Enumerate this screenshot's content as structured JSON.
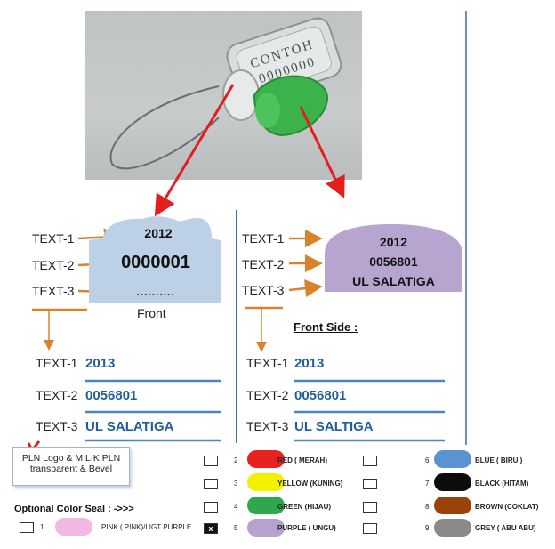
{
  "photo": {
    "engraving_line1": "CONTOH",
    "engraving_line2": "0000000"
  },
  "left_seal": {
    "line1": "2012",
    "line2": "0000001",
    "line3": "..........",
    "caption": "Front"
  },
  "right_seal": {
    "line1": "2012",
    "line2": "0056801",
    "line3": "UL SALATIGA"
  },
  "arrow_labels": [
    "TEXT-1",
    "TEXT-2",
    "TEXT-3"
  ],
  "front_side_label": "Front Side :",
  "left_table": [
    {
      "label": "TEXT-1",
      "value": "2013"
    },
    {
      "label": "TEXT-2",
      "value": "0056801"
    },
    {
      "label": "TEXT-3",
      "value": "UL SALATIGA"
    }
  ],
  "right_table": [
    {
      "label": "TEXT-1",
      "value": "2013"
    },
    {
      "label": "TEXT-2",
      "value": "0056801"
    },
    {
      "label": "TEXT-3",
      "value": "UL SALTIGA"
    }
  ],
  "logo_box": {
    "line1": "PLN Logo & MILIK PLN",
    "line2": "transparent & Bevel"
  },
  "optional_label": "Optional Color Seal : ->>>",
  "colors": [
    {
      "num": "1",
      "name": "PINK ( PINK)/LIGT PURPLE",
      "color": "#f1b9e2",
      "checked": false
    },
    {
      "num": "2",
      "name": "RED ( MERAH)",
      "color": "#e8231f",
      "checked": false
    },
    {
      "num": "3",
      "name": "YELLOW (KUNING)",
      "color": "#f5f000",
      "checked": false
    },
    {
      "num": "4",
      "name": "GREEN (HIJAU)",
      "color": "#2fa84d",
      "checked": false
    },
    {
      "num": "5",
      "name": "PURPLE ( UNGU)",
      "color": "#b5a2cf",
      "checked": true,
      "mark": "x"
    },
    {
      "num": "6",
      "name": "BLUE ( BIRU )",
      "color": "#5b93d2",
      "checked": false
    },
    {
      "num": "7",
      "name": "BLACK (HITAM)",
      "color": "#0c0c0c",
      "checked": false
    },
    {
      "num": "8",
      "name": "BROWN (COKLAT)",
      "color": "#9a4208",
      "checked": false
    },
    {
      "num": "9",
      "name": "GREY ( ABU ABU)",
      "color": "#8a8a8a",
      "checked": false
    }
  ]
}
